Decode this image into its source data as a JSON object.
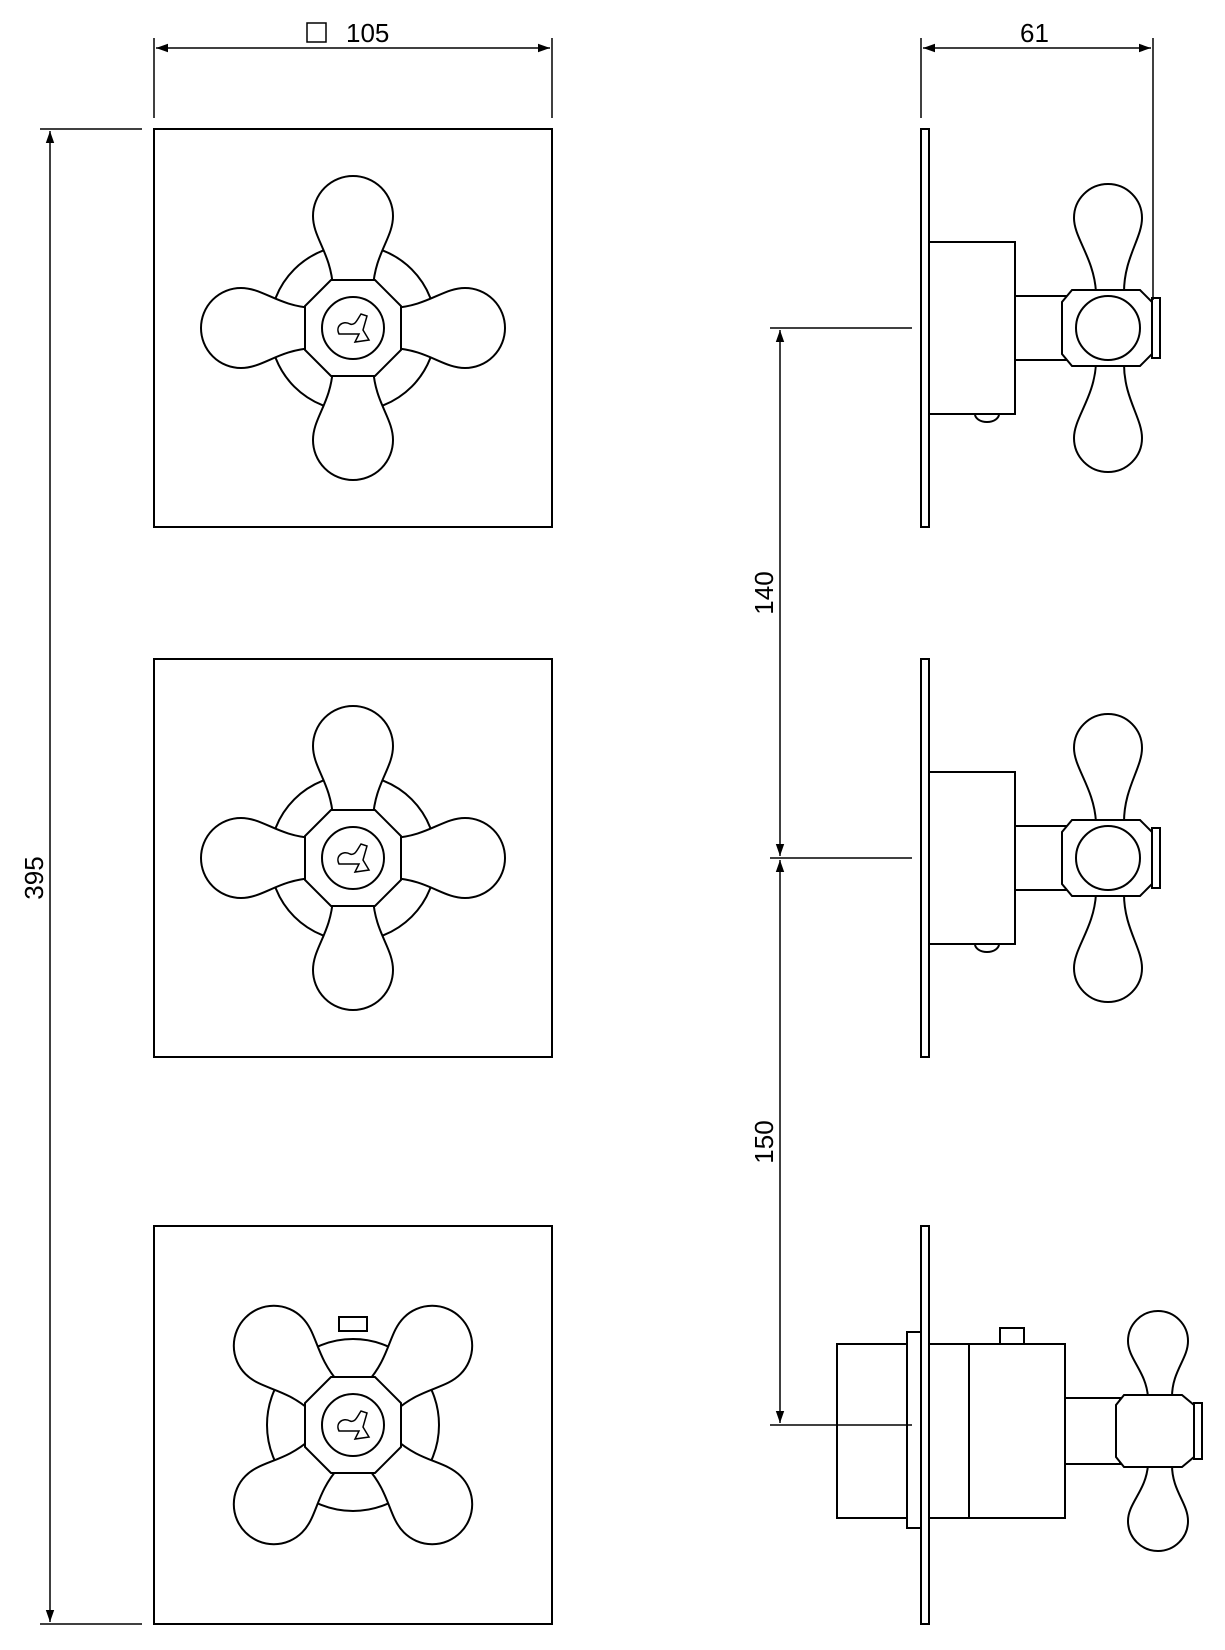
{
  "dimensions": {
    "plate_size": "105",
    "plate_size_symbol": "□",
    "depth": "61",
    "total_height": "395",
    "spacing_upper": "140",
    "spacing_lower": "150"
  },
  "front_view": {
    "valves": [
      {
        "handle": "cross-handle",
        "type": "standard"
      },
      {
        "handle": "cross-handle",
        "type": "standard"
      },
      {
        "handle": "cross-handle",
        "type": "diverter"
      }
    ]
  },
  "side_view": {
    "valves": [
      {
        "handle": "cross-handle-side"
      },
      {
        "handle": "cross-handle-side"
      },
      {
        "handle": "cross-handle-side-diverter"
      }
    ]
  },
  "colors": {
    "line": "#000000",
    "background": "#ffffff"
  }
}
